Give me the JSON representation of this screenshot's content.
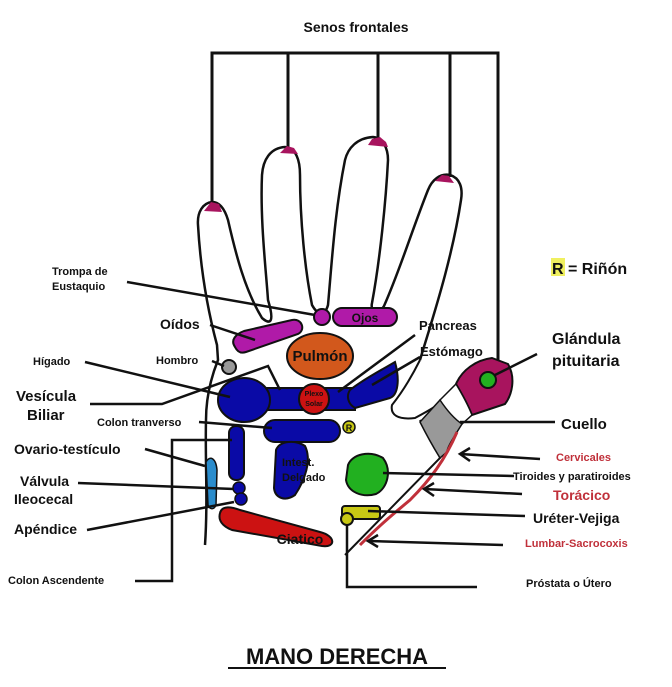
{
  "title": "MANO DERECHA",
  "top_label": "Senos frontales",
  "legend": {
    "symbol": "R",
    "text": "= Riñón"
  },
  "colors": {
    "fingertip": "#a8145e",
    "magenta": "#b01aa8",
    "orange": "#d2581c",
    "blue": "#0a0aa6",
    "red": "#cc1212",
    "green": "#22b020",
    "olive": "#c8c814",
    "light_blue": "#2a8ccc",
    "gray": "#999999",
    "spine_red": "#c0303a",
    "legend_highlight": "#f0f060"
  },
  "labels_left": {
    "trompa": [
      "Trompa de",
      "Eustaquio"
    ],
    "oidos": "Oídos",
    "higado": "Hígado",
    "hombro": "Hombro",
    "vesicula": [
      "Vesícula",
      "Biliar"
    ],
    "colon_transverso": "Colon tranverso",
    "ovario": "Ovario-testículo",
    "valvula": [
      "Válvula",
      "Ileocecal"
    ],
    "apendice": "Apéndice",
    "colon_ascendente": "Colon Ascendente"
  },
  "labels_right": {
    "pancreas": "Páncreas",
    "estomago": "Estómago",
    "glandula": [
      "Glándula",
      "pituitaria"
    ],
    "cuello": "Cuello",
    "cervicales": "Cervicales",
    "tiroides": "Tiroides y paratiroides",
    "toracico": "Torácico",
    "ureter": "Uréter-Vejiga",
    "lumbar": "Lumbar-Sacrocoxis",
    "prostata": "Próstata o Útero"
  },
  "inline_labels": {
    "ojos": "Ojos",
    "pulmon": "Pulmón",
    "plexo": [
      "Plexo",
      "Solar"
    ],
    "intestino": [
      "Intest.",
      "Delgado"
    ],
    "ciatico": "Ciatico",
    "rinon_marker": "R"
  }
}
